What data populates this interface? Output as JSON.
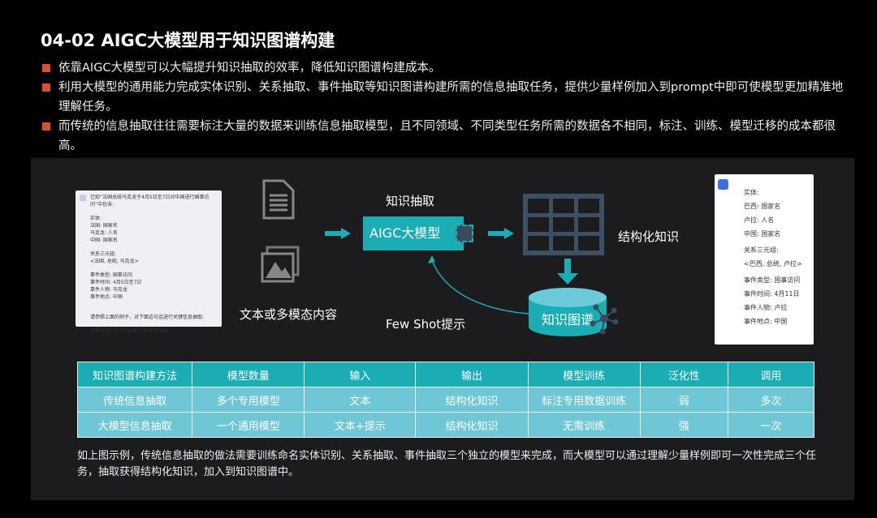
{
  "title": "04-02 AIGC大模型用于知识图谱构建",
  "bullets": [
    "依靠AIGC大模型可以大幅提升知识抽取的效率，降低知识图谱构建成本。",
    "利用大模型的通用能力完成实体识别、关系抽取、事件抽取等知识图谱构建所需的信息抽取任务，提供少量样例加入到prompt中即可使模型更加精准地理解任务。",
    "而传统的信息抽取往往需要标注大量的数据来训练信息抽取模型，且不同领域、不同类型任务所需的数据各不相同，标注、训练、模型迁移的成本都很高。"
  ],
  "left_card": {
    "lines": [
      "已知“法国总统马克龙于4月5日至7日对中国进行国事访问”中包含:",
      "实体:",
      "法国: 国家名",
      "马克龙: 人名",
      "中国: 国家名",
      "关系三元组:",
      "<法国, 总统, 马克龙>",
      "事件类型: 国事访问",
      "事件时间: 4月5日至7日",
      "事件人物: 马克龙",
      "事件地点: 中国",
      "请参照上面的例子，对下面这句话进行关键信息抽取:",
      "巴西总统卢拉计划4月11日访问中国。"
    ]
  },
  "right_card": {
    "lines": [
      "实体:",
      "巴西: 国家名",
      "卢拉: 人名",
      "中国: 国家名",
      "关系三元组:",
      "<巴西, 总统, 卢拉>",
      "事件类型: 国事访问",
      "事件时间: 4月11日",
      "事件人物: 卢拉",
      "事件地点: 中国"
    ]
  },
  "diagram": {
    "input_label": "文本或多模态内容",
    "extract_label": "知识抽取",
    "model_label": "AIGC大模型",
    "output_label": "结构化知识",
    "kg_label": "知识图谱",
    "fewshot_label": "Few Shot提示",
    "accent": "#1aadb3"
  },
  "table": {
    "headers": [
      "知识图谱构建方法",
      "模型数量",
      "输入",
      "输出",
      "模型训练",
      "泛化性",
      "调用"
    ],
    "rows": [
      [
        "传统信息抽取",
        "多个专用模型",
        "文本",
        "结构化知识",
        "标注专用数据训练",
        "弱",
        "多次"
      ],
      [
        "大模型信息抽取",
        "一个通用模型",
        "文本+提示",
        "结构化知识",
        "无需训练",
        "强",
        "一次"
      ]
    ]
  },
  "note": "如上图示例，传统信息抽取的做法需要训练命名实体识别、关系抽取、事件抽取三个独立的模型来完成，而大模型可以通过理解少量样例即可一次性完成三个任务，抽取获得结构化知识，加入到知识图谱中。"
}
